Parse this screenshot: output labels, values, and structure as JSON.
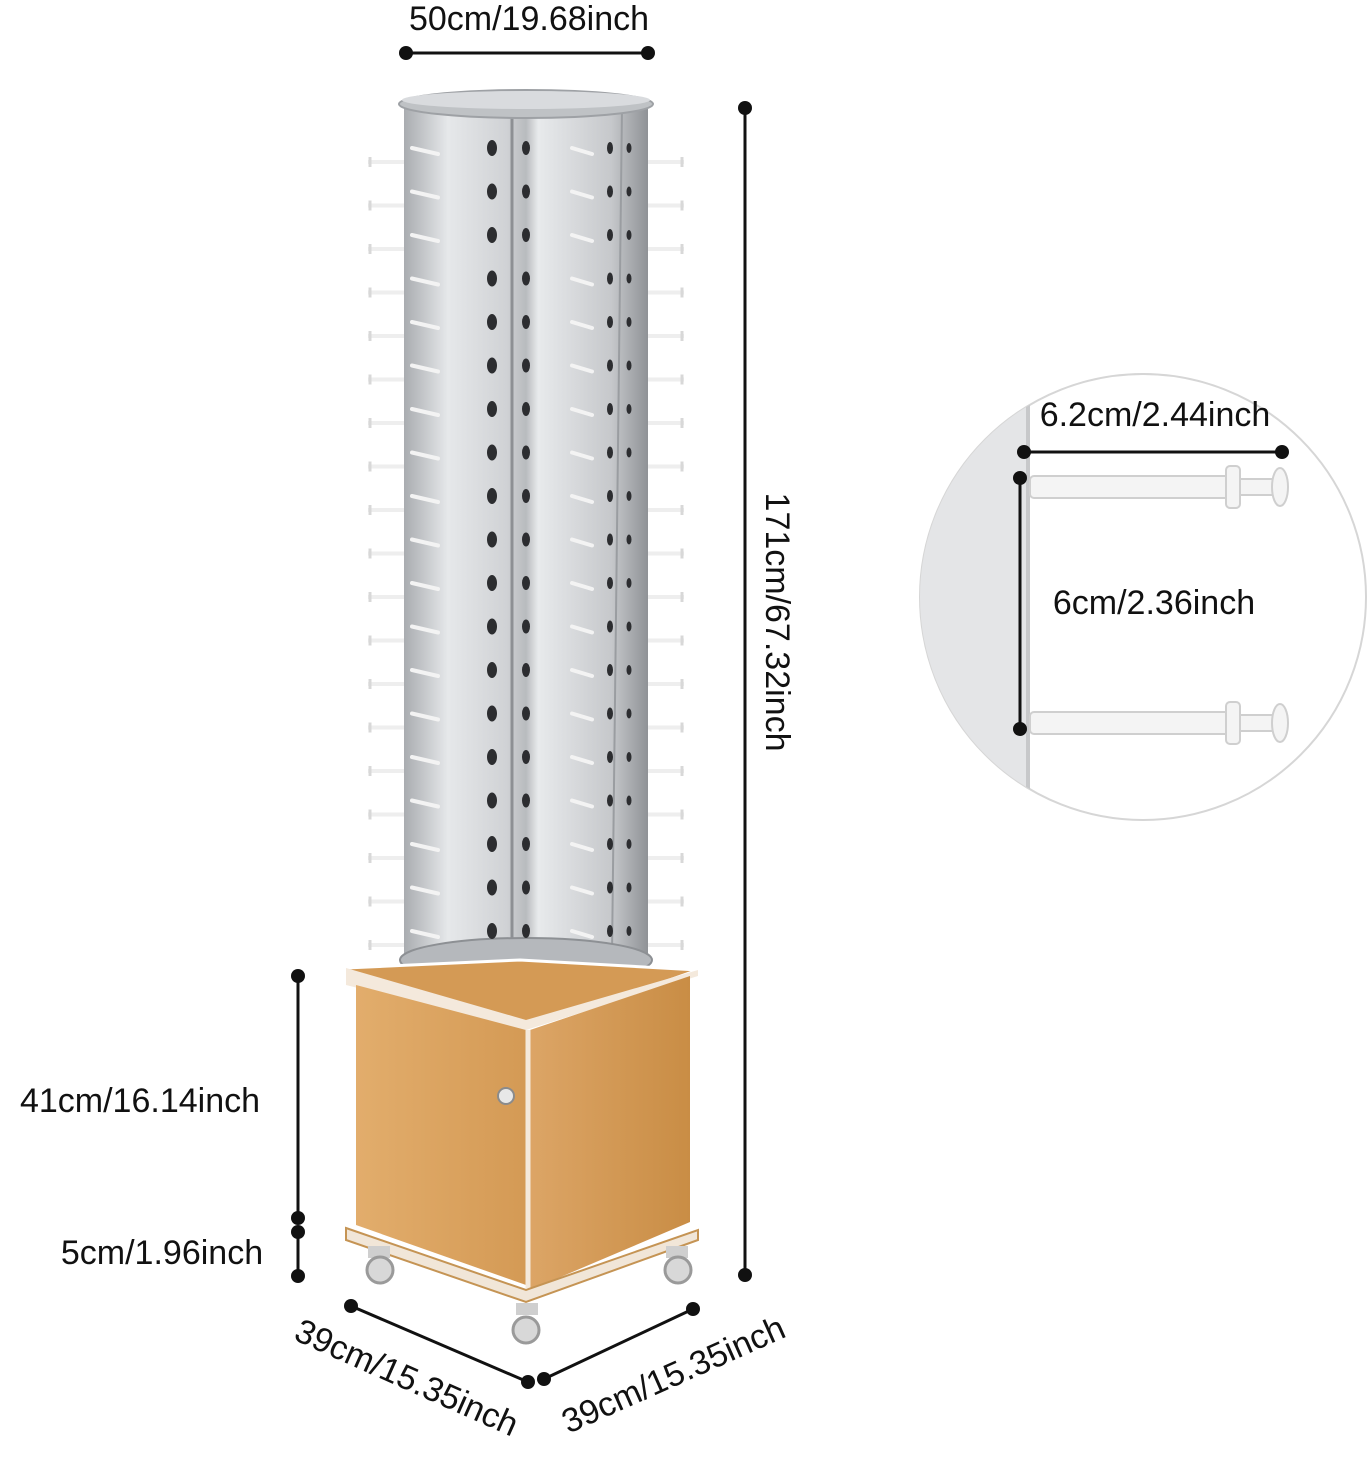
{
  "dimensions": {
    "top_width": "50cm/19.68inch",
    "total_height": "171cm/67.32inch",
    "cabinet_height": "41cm/16.14inch",
    "wheel_height": "5cm/1.96inch",
    "depth_left": "39cm/15.35inch",
    "depth_right": "39cm/15.35inch",
    "peg_length": "6.2cm/2.44inch",
    "peg_spacing": "6cm/2.36inch"
  },
  "colors": {
    "tower_silver": "#c9cbce",
    "tower_highlight": "#eceef0",
    "tower_shadow": "#9fa2a6",
    "wood": "#d9a05a",
    "wood_dark": "#b77d3a",
    "line": "#111111",
    "peg": "#f4f4f4"
  },
  "icons": {
    "product": "rotating-peg-display-tower",
    "detail": "peg-hook-detail-magnifier"
  }
}
